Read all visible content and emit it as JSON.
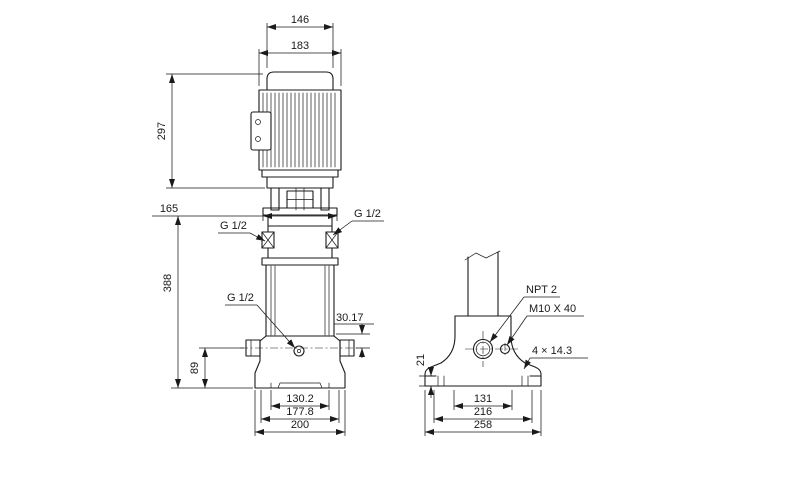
{
  "meta": {
    "background_color": "#ffffff",
    "line_color": "#1a1a1a",
    "drawing_type": "pump dimensional drawing, front view and base side view"
  },
  "front": {
    "d146": "146",
    "d183": "183",
    "d297": "297",
    "d165": "165",
    "d388": "388",
    "d89": "89",
    "d3017": "30.17",
    "d1302": "130.2",
    "d1778": "177.8",
    "d200": "200",
    "port_tl": "G 1/2",
    "port_tr": "G 1/2",
    "port_mid": "G 1/2"
  },
  "side": {
    "d21": "21",
    "d131": "131",
    "d216": "216",
    "d258": "258",
    "npt": "NPT 2",
    "bolt": "M10 X 40",
    "holes": "4 × 14.3"
  }
}
